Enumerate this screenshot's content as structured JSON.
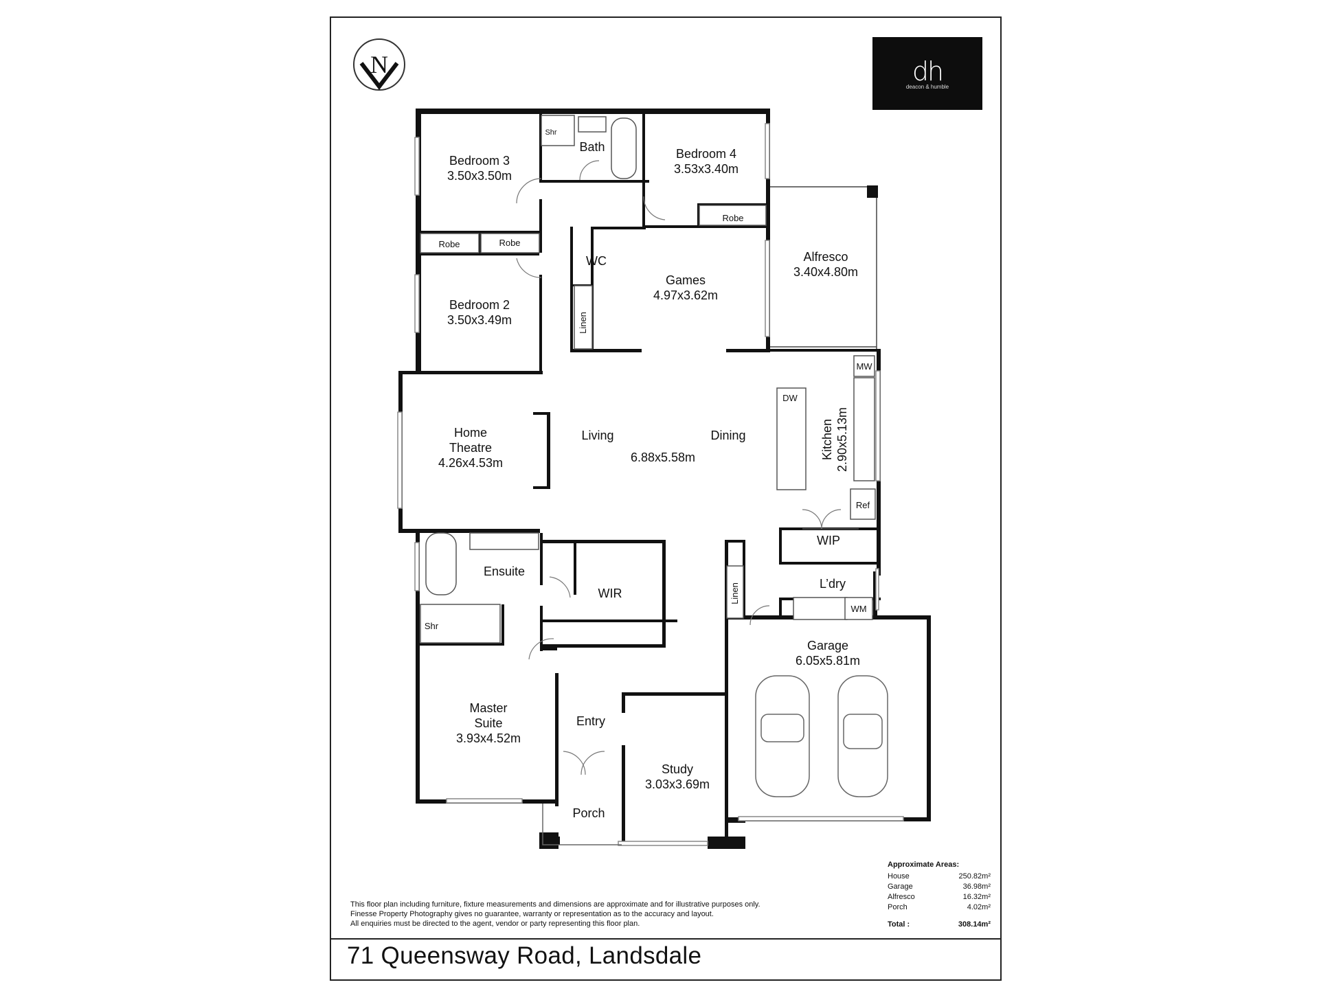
{
  "address": "71 Queensway Road, Landsdale",
  "logo": {
    "monogram": "dh",
    "brand": "deacon & humble"
  },
  "compass": {
    "letter": "N"
  },
  "rooms": {
    "bedroom3": {
      "name": "Bedroom 3",
      "dims": "3.50x3.50m"
    },
    "bath": {
      "name": "Bath"
    },
    "bedroom4": {
      "name": "Bedroom 4",
      "dims": "3.53x3.40m"
    },
    "alfresco": {
      "name": "Alfresco",
      "dims": "3.40x4.80m"
    },
    "games": {
      "name": "Games",
      "dims": "4.97x3.62m"
    },
    "bedroom2": {
      "name": "Bedroom 2",
      "dims": "3.50x3.49m"
    },
    "wc": {
      "name": "WC"
    },
    "home_theatre": {
      "name_line1": "Home",
      "name_line2": "Theatre",
      "dims": "4.26x4.53m"
    },
    "living": {
      "name": "Living",
      "dims": "6.88x5.58m"
    },
    "dining": {
      "name": "Dining"
    },
    "kitchen": {
      "name": "Kitchen",
      "dims": "2.90x5.13m"
    },
    "ensuite": {
      "name": "Ensuite"
    },
    "wir": {
      "name": "WIR"
    },
    "wip": {
      "name": "WIP"
    },
    "laundry": {
      "name": "L’dry"
    },
    "garage": {
      "name": "Garage",
      "dims": "6.05x5.81m"
    },
    "master": {
      "name_line1": "Master",
      "name_line2": "Suite",
      "dims": "3.93x4.52m"
    },
    "entry": {
      "name": "Entry"
    },
    "study": {
      "name": "Study",
      "dims": "3.03x3.69m"
    },
    "porch": {
      "name": "Porch"
    }
  },
  "fixtures": {
    "robe": "Robe",
    "shower": "Shr",
    "linen": "Linen",
    "mw": "MW",
    "dw": "DW",
    "ref": "Ref",
    "wm": "WM"
  },
  "areas": {
    "heading": "Approximate Areas:",
    "rows": [
      {
        "label": "House",
        "value": "250.82m²"
      },
      {
        "label": "Garage",
        "value": "36.98m²"
      },
      {
        "label": "Alfresco",
        "value": "16.32m²"
      },
      {
        "label": "Porch",
        "value": "4.02m²"
      }
    ],
    "total_label": "Total :",
    "total_value": "308.14m²"
  },
  "disclaimer": [
    "This floor plan including furniture, fixture measurements and dimensions are approximate and for illustrative purposes only.",
    "Finesse Property Photography gives no guarantee, warranty or representation as to the accuracy and layout.",
    "All enquiries must be directed to the agent, vendor or party representing this floor plan."
  ]
}
